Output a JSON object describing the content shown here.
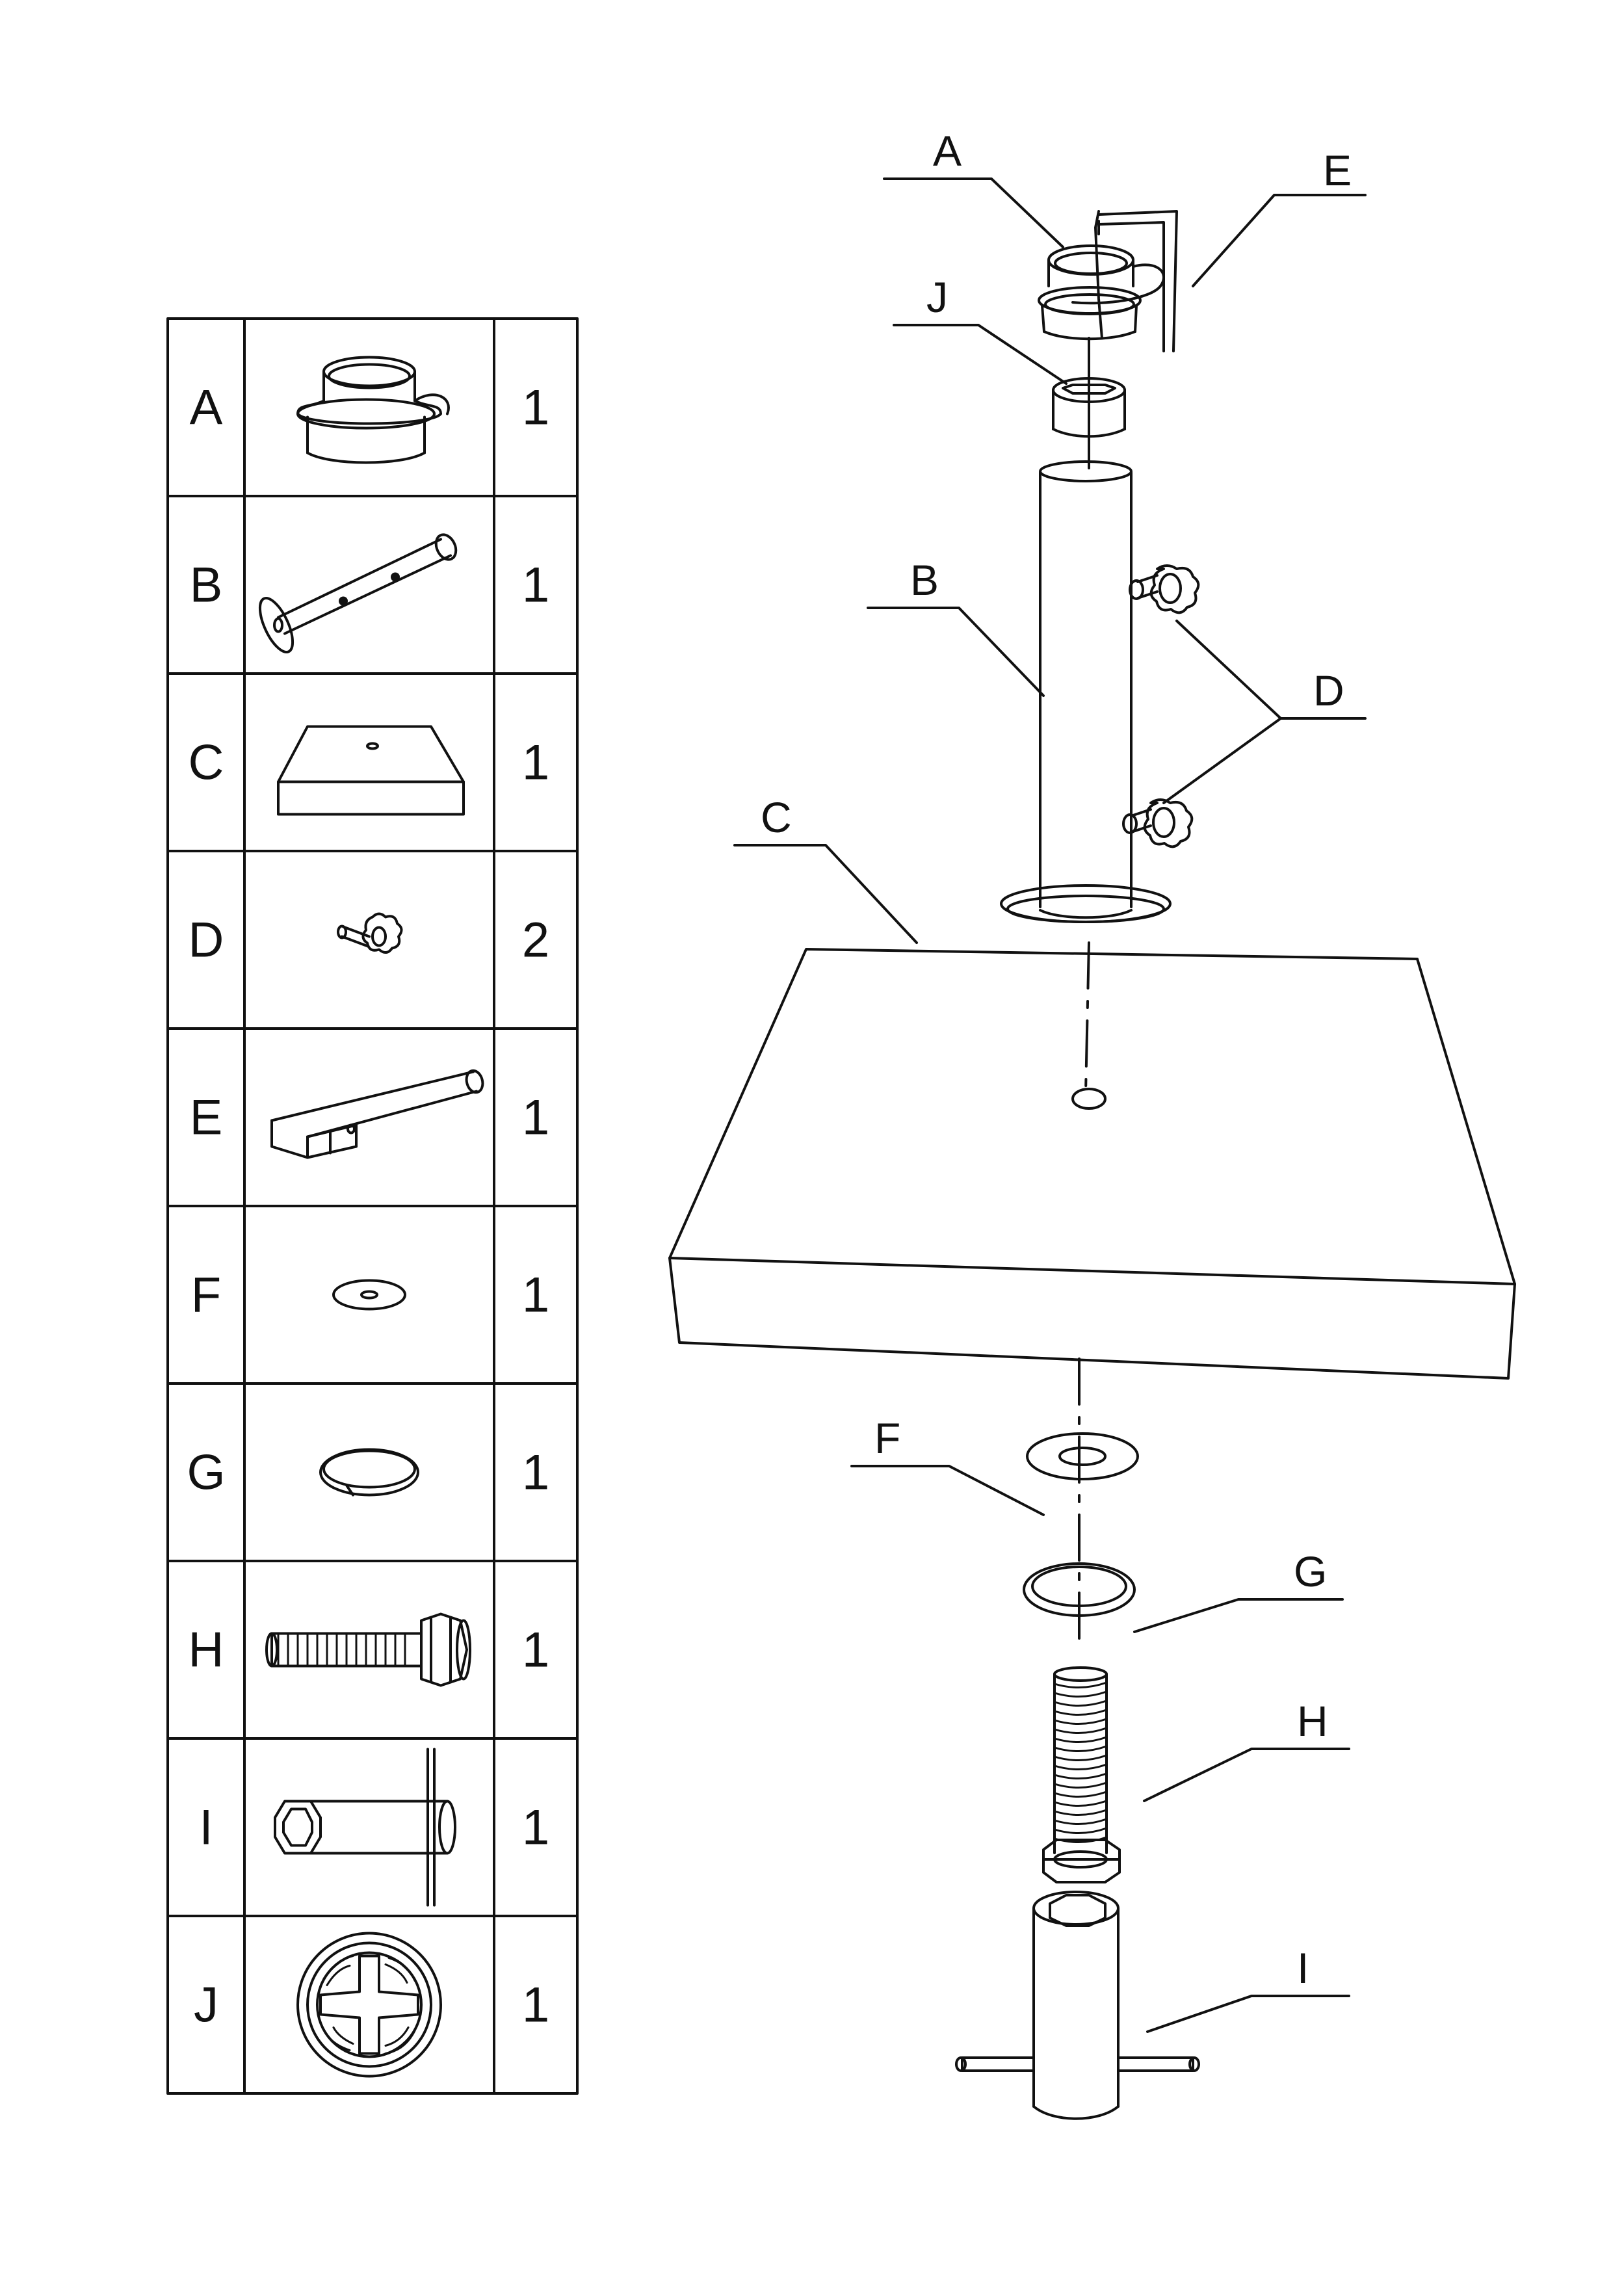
{
  "parts_table": {
    "rows": [
      {
        "letter": "A",
        "qty": "1",
        "icon": "umbrella-ring-icon"
      },
      {
        "letter": "B",
        "qty": "1",
        "icon": "pole-tube-icon"
      },
      {
        "letter": "C",
        "qty": "1",
        "icon": "base-plate-icon"
      },
      {
        "letter": "D",
        "qty": "2",
        "icon": "star-knob-icon"
      },
      {
        "letter": "E",
        "qty": "1",
        "icon": "bracket-arm-icon"
      },
      {
        "letter": "F",
        "qty": "1",
        "icon": "washer-icon"
      },
      {
        "letter": "G",
        "qty": "1",
        "icon": "split-ring-icon"
      },
      {
        "letter": "H",
        "qty": "1",
        "icon": "hex-bolt-icon"
      },
      {
        "letter": "I",
        "qty": "1",
        "icon": "socket-wrench-icon"
      },
      {
        "letter": "J",
        "qty": "1",
        "icon": "insert-plug-icon"
      }
    ]
  },
  "assembly_labels": {
    "A": "A",
    "B": "B",
    "C": "C",
    "D": "D",
    "E": "E",
    "F": "F",
    "G": "G",
    "H": "H",
    "I": "I",
    "J": "J"
  }
}
